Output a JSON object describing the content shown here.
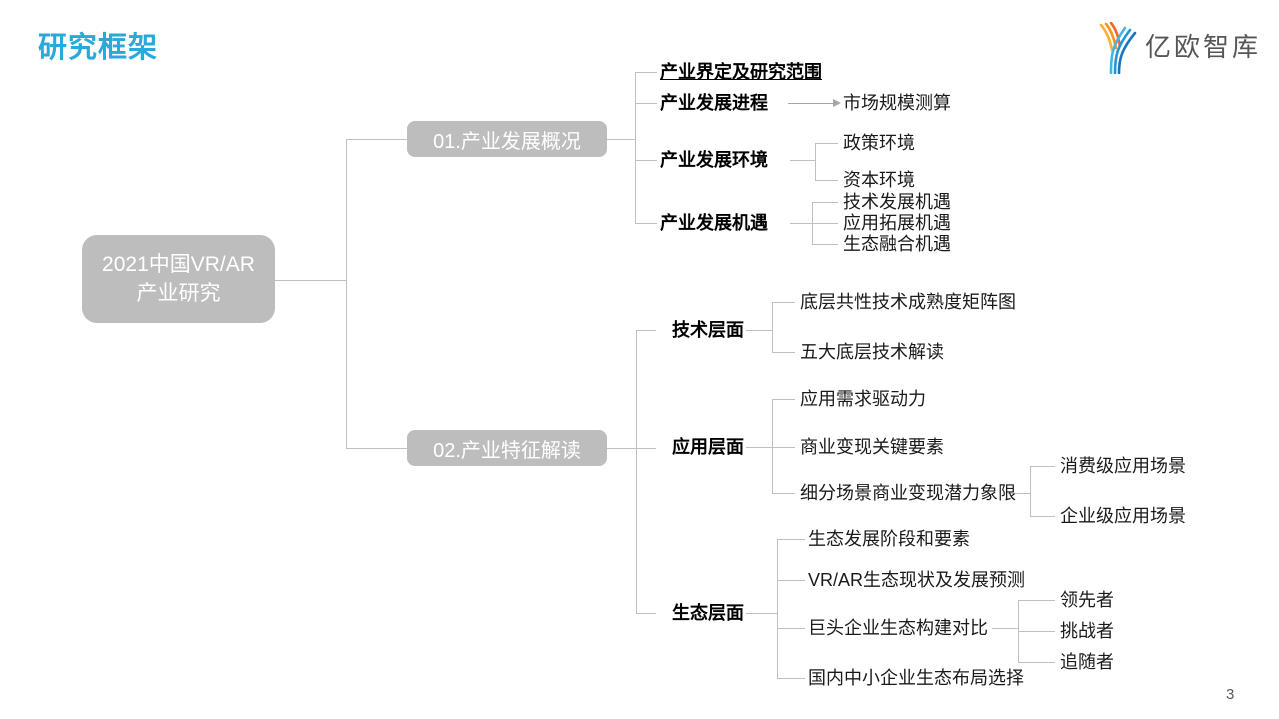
{
  "slide": {
    "title": "研究框架",
    "page_number": "3"
  },
  "logo": {
    "name": "亿欧智库",
    "icon": "eo-logo-icon"
  },
  "colors": {
    "accent_blue": "#29A8DB",
    "node_gray": "#BDBDBD",
    "line_gray": "#BFBFBF",
    "arrow_gray": "#A6A6A6",
    "text_dark": "#1A1A1A",
    "logo_text_gray": "#55565A",
    "logo_orange": "#F7941E",
    "logo_blue": "#1B9CD8",
    "page_number_gray": "#595959"
  },
  "tree": {
    "root": {
      "line1": "2021中国VR/AR",
      "line2": "产业研究"
    },
    "section1": {
      "label": "01.产业发展概况",
      "scope": "产业界定及研究范围",
      "process": "产业发展进程",
      "market_size": "市场规模测算",
      "environment": "产业发展环境",
      "policy_env": "政策环境",
      "capital_env": "资本环境",
      "opportunity": "产业发展机遇",
      "tech_opportunity": "技术发展机遇",
      "app_opportunity": "应用拓展机遇",
      "eco_opportunity": "生态融合机遇"
    },
    "section2": {
      "label": "02.产业特征解读",
      "tech": {
        "label": "技术层面",
        "maturity_matrix": "底层共性技术成熟度矩阵图",
        "five_core_tech": "五大底层技术解读"
      },
      "application": {
        "label": "应用层面",
        "demand_driver": "应用需求驱动力",
        "monetization_factors": "商业变现关键要素",
        "potential_quadrant": "细分场景商业变现潜力象限",
        "consumer_scenarios": "消费级应用场景",
        "enterprise_scenarios": "企业级应用场景"
      },
      "ecosystem": {
        "label": "生态层面",
        "stages_elements": "生态发展阶段和要素",
        "status_forecast": "VR/AR生态现状及发展预测",
        "giants_comparison": "巨头企业生态构建对比",
        "leader": "领先者",
        "challenger": "挑战者",
        "follower": "追随者",
        "sme_strategy": "国内中小企业生态布局选择"
      }
    }
  }
}
